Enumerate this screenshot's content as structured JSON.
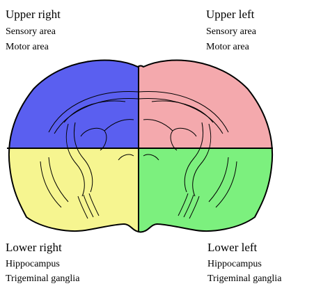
{
  "quadrants": {
    "upper_right": {
      "title": "Upper right",
      "items": [
        "Sensory area",
        "Motor area"
      ],
      "color": "#5a5ff0"
    },
    "upper_left": {
      "title": "Upper left",
      "items": [
        "Sensory area",
        "Motor area"
      ],
      "color": "#f4a9ad"
    },
    "lower_right": {
      "title": "Lower right",
      "items": [
        "Hippocampus",
        "Trigeminal ganglia"
      ],
      "color": "#f6f590"
    },
    "lower_left": {
      "title": "Lower left",
      "items": [
        "Hippocampus",
        "Trigeminal ganglia"
      ],
      "color": "#7cf07e"
    }
  }
}
